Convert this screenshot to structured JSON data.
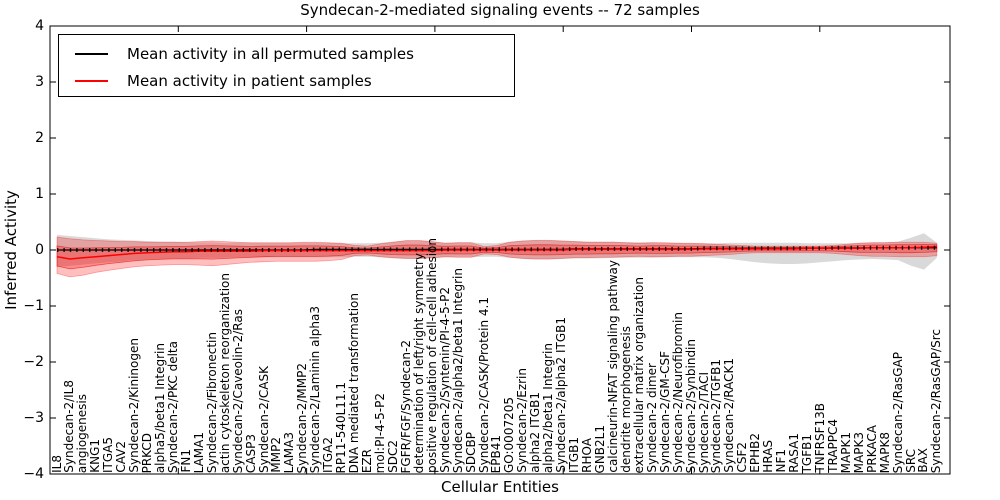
{
  "chart_data": {
    "type": "line",
    "title": "Syndecan-2-mediated signaling events -- 72 samples",
    "xlabel": "Cellular Entities",
    "ylabel": "Inferred Activity",
    "ylim": [
      -4,
      4
    ],
    "yticks": [
      4,
      3,
      2,
      1,
      0,
      -1,
      -2,
      -3,
      -4
    ],
    "xticks_numeric": [
      10,
      20,
      30,
      40,
      50,
      60
    ],
    "grid": false,
    "legend_position": "upper left",
    "categories": [
      "IL8",
      "Syndecan-2/IL8",
      "angiogenesis",
      "KNG1",
      "ITGA5",
      "CAV2",
      "Syndecan-2/Kininogen",
      "PRKCD",
      "alpha5/beta1 Integrin",
      "Syndecan-2/PKC delta",
      "FN1",
      "LAMA1",
      "Syndecan-2/Fibronectin",
      "actin cytoskeleton reorganization",
      "Syndecan-2/Caveolin-2/Ras",
      "CASP3",
      "Syndecan-2/CASK",
      "MMP2",
      "LAMA3",
      "Syndecan-2/MMP2",
      "Syndecan-2/Laminin alpha3",
      "ITGA2",
      "RP11-540L11.1",
      "DNA mediated transformation",
      "EZR",
      "mol:PI-4-5-P2",
      "SDC2",
      "FGFR/FGF/Syndecan-2",
      "determination of left/right symmetry",
      "positive regulation of cell-cell adhesion",
      "Syndecan-2/Syntenin/PI-4-5-P2",
      "Syndecan-2/alpha2/beta1 Integrin",
      "SDCBP",
      "Syndecan-2/CASK/Protein 4.1",
      "EPB41",
      "GO:0007205",
      "Syndecan-2/Ezrin",
      "alpha2 ITGB1",
      "alpha2/beta1 Integrin",
      "Syndecan-2/alpha2 ITGB1",
      "ITGB1",
      "RHOA",
      "GNB2L1",
      "calcineurin-NFAT signaling pathway",
      "dendrite morphogenesis",
      "extracellular matrix organization",
      "Syndecan-2 dimer",
      "Syndecan-2/GM-CSF",
      "Syndecan-2/Neurofibromin",
      "Syndecan-2/Synbindin",
      "Syndecan-2/TACI",
      "Syndecan-2/TGFB1",
      "Syndecan-2/RACK1",
      "CSF2",
      "EPHB2",
      "HRAS",
      "NF1",
      "RASA1",
      "TGFB1",
      "TNFRSF13B",
      "TRAPPC4",
      "MAPK1",
      "MAPK3",
      "PRKACA",
      "MAPK8",
      "Syndecan-2/RasGAP",
      "SRC",
      "BAX",
      "Syndecan-2/RasGAP/Src"
    ],
    "series": [
      {
        "name": "Mean activity in all permuted samples",
        "color": "#000000",
        "band_color": "#d9d9d9",
        "mean": [
          0.0,
          0.0,
          0.0,
          0.0,
          0.0,
          0.0,
          0.0,
          0.0,
          0.0,
          0.0,
          0.0,
          0.0,
          0.0,
          0.0,
          0.0,
          0.0,
          0.0,
          0.0,
          0.0,
          0.0,
          0.01,
          0.01,
          0.01,
          0.01,
          0.01,
          0.01,
          0.01,
          0.01,
          0.01,
          0.01,
          0.01,
          0.01,
          0.01,
          0.01,
          0.01,
          0.01,
          0.01,
          0.01,
          0.01,
          0.01,
          0.02,
          0.02,
          0.02,
          0.02,
          0.02,
          0.02,
          0.02,
          0.02,
          0.02,
          0.02,
          0.03,
          0.03,
          0.03,
          0.03,
          0.03,
          0.03,
          0.03,
          0.03,
          0.03,
          0.03,
          0.04,
          0.04,
          0.04,
          0.04,
          0.04,
          0.04,
          0.04,
          0.04,
          0.04
        ],
        "band_upper": [
          0.27,
          0.25,
          0.23,
          0.21,
          0.19,
          0.18,
          0.17,
          0.16,
          0.15,
          0.15,
          0.14,
          0.14,
          0.14,
          0.13,
          0.13,
          0.13,
          0.13,
          0.13,
          0.13,
          0.13,
          0.13,
          0.13,
          0.12,
          0.12,
          0.12,
          0.13,
          0.15,
          0.17,
          0.17,
          0.15,
          0.13,
          0.14,
          0.14,
          0.12,
          0.12,
          0.15,
          0.17,
          0.18,
          0.18,
          0.17,
          0.16,
          0.15,
          0.15,
          0.15,
          0.14,
          0.14,
          0.14,
          0.13,
          0.13,
          0.12,
          0.12,
          0.12,
          0.13,
          0.13,
          0.13,
          0.13,
          0.13,
          0.13,
          0.12,
          0.12,
          0.12,
          0.12,
          0.13,
          0.14,
          0.14,
          0.15,
          0.22,
          0.3,
          0.13
        ],
        "band_lower": [
          -0.3,
          -0.28,
          -0.26,
          -0.24,
          -0.22,
          -0.2,
          -0.18,
          -0.17,
          -0.16,
          -0.15,
          -0.15,
          -0.14,
          -0.14,
          -0.14,
          -0.13,
          -0.13,
          -0.13,
          -0.13,
          -0.13,
          -0.13,
          -0.13,
          -0.13,
          -0.13,
          -0.12,
          -0.12,
          -0.13,
          -0.15,
          -0.16,
          -0.16,
          -0.15,
          -0.13,
          -0.13,
          -0.13,
          -0.12,
          -0.12,
          -0.14,
          -0.16,
          -0.17,
          -0.17,
          -0.16,
          -0.15,
          -0.15,
          -0.15,
          -0.14,
          -0.14,
          -0.14,
          -0.14,
          -0.13,
          -0.13,
          -0.13,
          -0.13,
          -0.14,
          -0.16,
          -0.19,
          -0.22,
          -0.24,
          -0.25,
          -0.25,
          -0.24,
          -0.22,
          -0.2,
          -0.18,
          -0.17,
          -0.16,
          -0.17,
          -0.18,
          -0.28,
          -0.35,
          -0.14
        ]
      },
      {
        "name": "Mean activity in patient samples",
        "color": "#ff0000",
        "band_color": "#f59a9a",
        "inner_band_scale": 0.55,
        "mean": [
          -0.12,
          -0.16,
          -0.14,
          -0.12,
          -0.1,
          -0.08,
          -0.06,
          -0.05,
          -0.04,
          -0.03,
          -0.03,
          -0.02,
          -0.02,
          -0.02,
          -0.02,
          -0.02,
          -0.01,
          -0.01,
          -0.01,
          -0.01,
          -0.01,
          -0.01,
          -0.01,
          -0.01,
          -0.01,
          -0.01,
          -0.01,
          -0.01,
          -0.01,
          -0.01,
          0.0,
          0.0,
          0.0,
          0.0,
          0.0,
          0.0,
          0.0,
          0.0,
          0.0,
          0.0,
          0.01,
          0.01,
          0.01,
          0.01,
          0.01,
          0.01,
          0.01,
          0.01,
          0.01,
          0.01,
          0.02,
          0.02,
          0.02,
          0.02,
          0.02,
          0.02,
          0.02,
          0.02,
          0.03,
          0.03,
          0.03,
          0.03,
          0.03,
          0.04,
          0.04,
          0.04,
          0.04,
          0.05,
          0.06
        ],
        "band_upper": [
          0.23,
          0.2,
          0.18,
          0.17,
          0.16,
          0.15,
          0.15,
          0.14,
          0.14,
          0.14,
          0.14,
          0.15,
          0.16,
          0.15,
          0.14,
          0.13,
          0.13,
          0.13,
          0.13,
          0.14,
          0.14,
          0.13,
          0.12,
          0.08,
          0.07,
          0.11,
          0.14,
          0.17,
          0.17,
          0.15,
          0.12,
          0.13,
          0.13,
          0.06,
          0.08,
          0.14,
          0.16,
          0.17,
          0.17,
          0.16,
          0.15,
          0.14,
          0.14,
          0.14,
          0.13,
          0.12,
          0.13,
          0.13,
          0.12,
          0.12,
          0.11,
          0.1,
          0.09,
          0.08,
          0.07,
          0.07,
          0.07,
          0.07,
          0.07,
          0.07,
          0.08,
          0.1,
          0.12,
          0.13,
          0.13,
          0.14,
          0.14,
          0.14,
          0.12
        ],
        "band_lower": [
          -0.42,
          -0.48,
          -0.45,
          -0.4,
          -0.36,
          -0.33,
          -0.3,
          -0.28,
          -0.27,
          -0.26,
          -0.26,
          -0.27,
          -0.28,
          -0.26,
          -0.24,
          -0.22,
          -0.21,
          -0.2,
          -0.2,
          -0.2,
          -0.2,
          -0.19,
          -0.17,
          -0.1,
          -0.09,
          -0.12,
          -0.14,
          -0.15,
          -0.15,
          -0.14,
          -0.12,
          -0.13,
          -0.13,
          -0.07,
          -0.08,
          -0.13,
          -0.15,
          -0.16,
          -0.16,
          -0.15,
          -0.14,
          -0.14,
          -0.13,
          -0.13,
          -0.12,
          -0.11,
          -0.12,
          -0.12,
          -0.11,
          -0.11,
          -0.1,
          -0.09,
          -0.08,
          -0.06,
          -0.05,
          -0.05,
          -0.05,
          -0.05,
          -0.05,
          -0.05,
          -0.06,
          -0.08,
          -0.1,
          -0.11,
          -0.11,
          -0.12,
          -0.12,
          -0.12,
          -0.1
        ]
      }
    ]
  }
}
